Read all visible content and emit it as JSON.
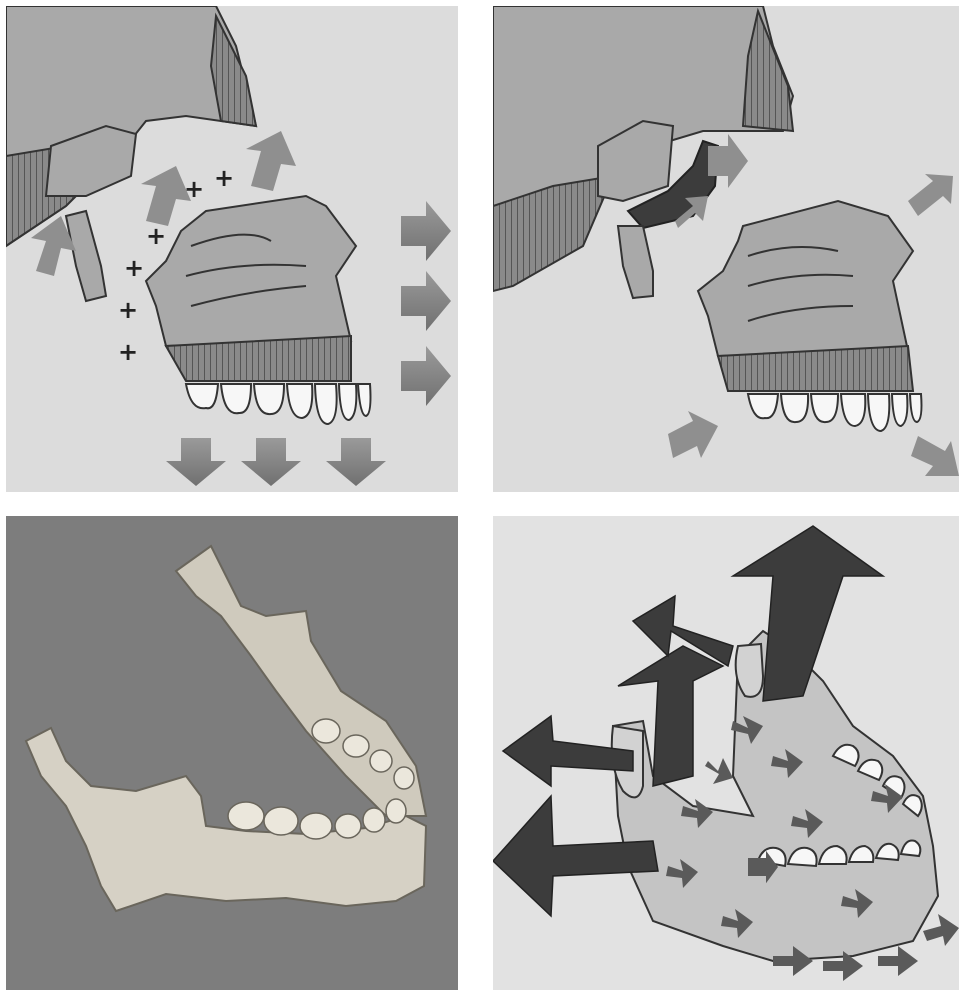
{
  "panels": [
    {
      "name": "maxilla-displacement-panel",
      "plus_marks": [
        "+",
        "+",
        "+",
        "+",
        "+",
        "+",
        "+"
      ]
    },
    {
      "name": "maxilla-sutural-growth-panel"
    },
    {
      "name": "mandible-bone-photo-panel"
    },
    {
      "name": "mandible-growth-vectors-panel"
    }
  ],
  "colors": {
    "background": "#dcdcdc",
    "bone_fill": "#a9a9a9",
    "hatch": "#5e5e5e",
    "arrow_light": "#8f8f8f",
    "arrow_dark": "#3c3c3c",
    "photo_bg": "#7d7d7d",
    "bone_photo": "#d6d1c5",
    "teeth": "#f7f7f7"
  },
  "icons": [
    "plus-sign-icon",
    "arrow-right-icon",
    "arrow-down-icon"
  ]
}
